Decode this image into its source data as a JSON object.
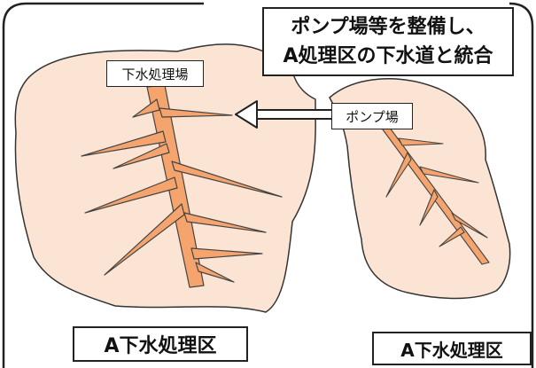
{
  "title": {
    "line1": "ポンプ場等を整備し、",
    "line2": "A処理区の下水道と統合"
  },
  "labels": {
    "plant": "下水処理場",
    "pump": "ポンプ場"
  },
  "districts": {
    "left": "A下水処理区",
    "right": "A下水処理区"
  },
  "colors": {
    "region_fill": "#fce4d4",
    "pipe_fill": "#f4a46c",
    "outline": "#333333"
  }
}
